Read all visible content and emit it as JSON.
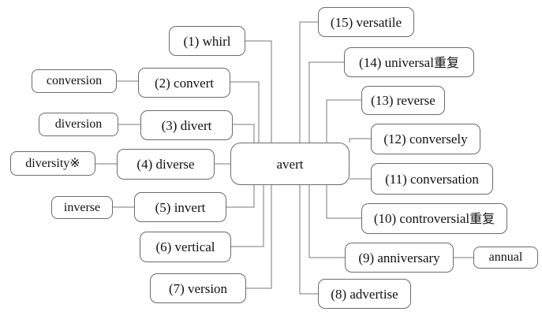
{
  "diagram": {
    "type": "word-family-mind-map",
    "root": {
      "label": "avert"
    },
    "left_branch": [
      {
        "id": "n1",
        "label": "(1) whirl",
        "sub": null
      },
      {
        "id": "n2",
        "label": "(2) convert",
        "sub": "conversion"
      },
      {
        "id": "n3",
        "label": "(3) divert",
        "sub": "diversion"
      },
      {
        "id": "n4",
        "label": "(4) diverse",
        "sub": "diversity※"
      },
      {
        "id": "n5",
        "label": "(5) invert",
        "sub": "inverse"
      },
      {
        "id": "n6",
        "label": "(6) vertical",
        "sub": null
      },
      {
        "id": "n7",
        "label": "(7) version",
        "sub": null
      }
    ],
    "right_branch": [
      {
        "id": "n8",
        "label": "(8) advertise",
        "sub": null
      },
      {
        "id": "n9",
        "label": "(9) anniversary",
        "sub": "annual"
      },
      {
        "id": "n10",
        "label": "(10) controversial重复",
        "sub": null
      },
      {
        "id": "n11",
        "label": "(11) conversation",
        "sub": null
      },
      {
        "id": "n12",
        "label": "(12) conversely",
        "sub": null
      },
      {
        "id": "n13",
        "label": "(13) reverse",
        "sub": null
      },
      {
        "id": "n14",
        "label": "(14) universal重复",
        "sub": null
      },
      {
        "id": "n15",
        "label": "(15) versatile",
        "sub": null
      }
    ],
    "colors": {
      "background": "#ffffff",
      "node_border": "#6b6b6b",
      "node_fill": "#ffffff",
      "text": "#101010",
      "connector": "#7a7a7a"
    }
  }
}
